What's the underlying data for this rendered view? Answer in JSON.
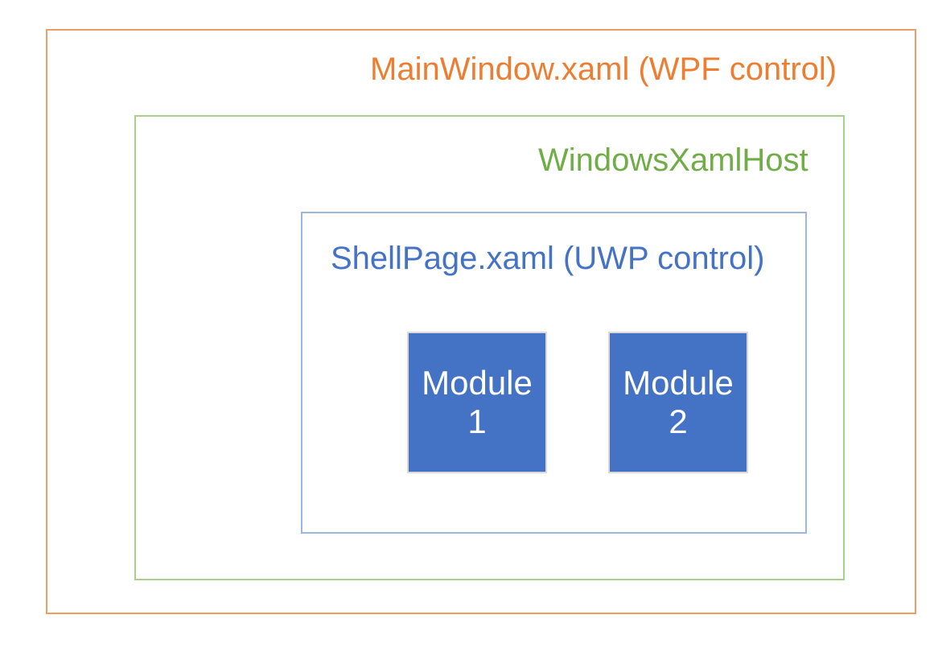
{
  "diagram": {
    "background": "#FFFFFF",
    "outer": {
      "label": "MainWindow.xaml (WPF control)",
      "text_color": "#ED7D31",
      "border_color": "#F09D63"
    },
    "xaml_host": {
      "label": "WindowsXamlHost",
      "text_color": "#70AD47",
      "border_color": "#A9D18E"
    },
    "shell_page": {
      "label": "ShellPage.xaml (UWP control)",
      "text_color": "#4472C4",
      "border_color": "#9DB6E0"
    },
    "modules": [
      {
        "text": "Module\n1"
      },
      {
        "text": "Module\n2"
      }
    ],
    "module_style": {
      "fill": "#4472C4",
      "border_color": "#D9D9D9",
      "text_color": "#FFFFFF"
    }
  }
}
